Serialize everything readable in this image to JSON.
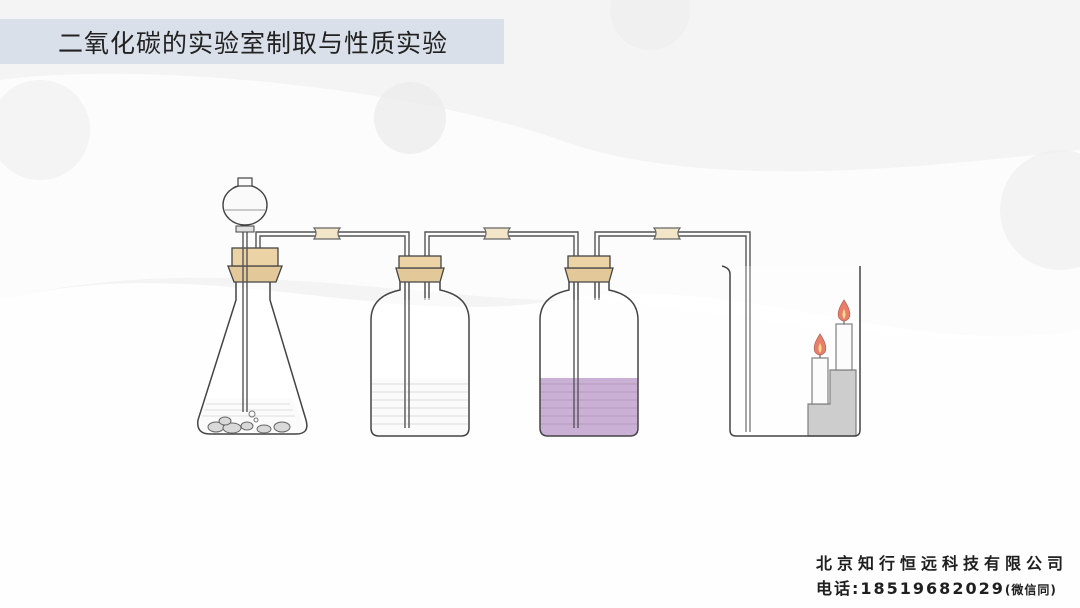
{
  "page": {
    "title": "二氧化碳的实验室制取与性质实验"
  },
  "footer": {
    "company": "北京知行恒远科技有限公司",
    "phone": "电话:18519682029",
    "wechat_note": "(微信同)"
  },
  "colors": {
    "title_bar": "#d9e0e9",
    "litmus_solution": "#b48fc2",
    "stopper": "#e3c89a",
    "connector": "#f3e6c8",
    "flame": "#e2553a",
    "candle_stand": "#bdbdbd"
  }
}
